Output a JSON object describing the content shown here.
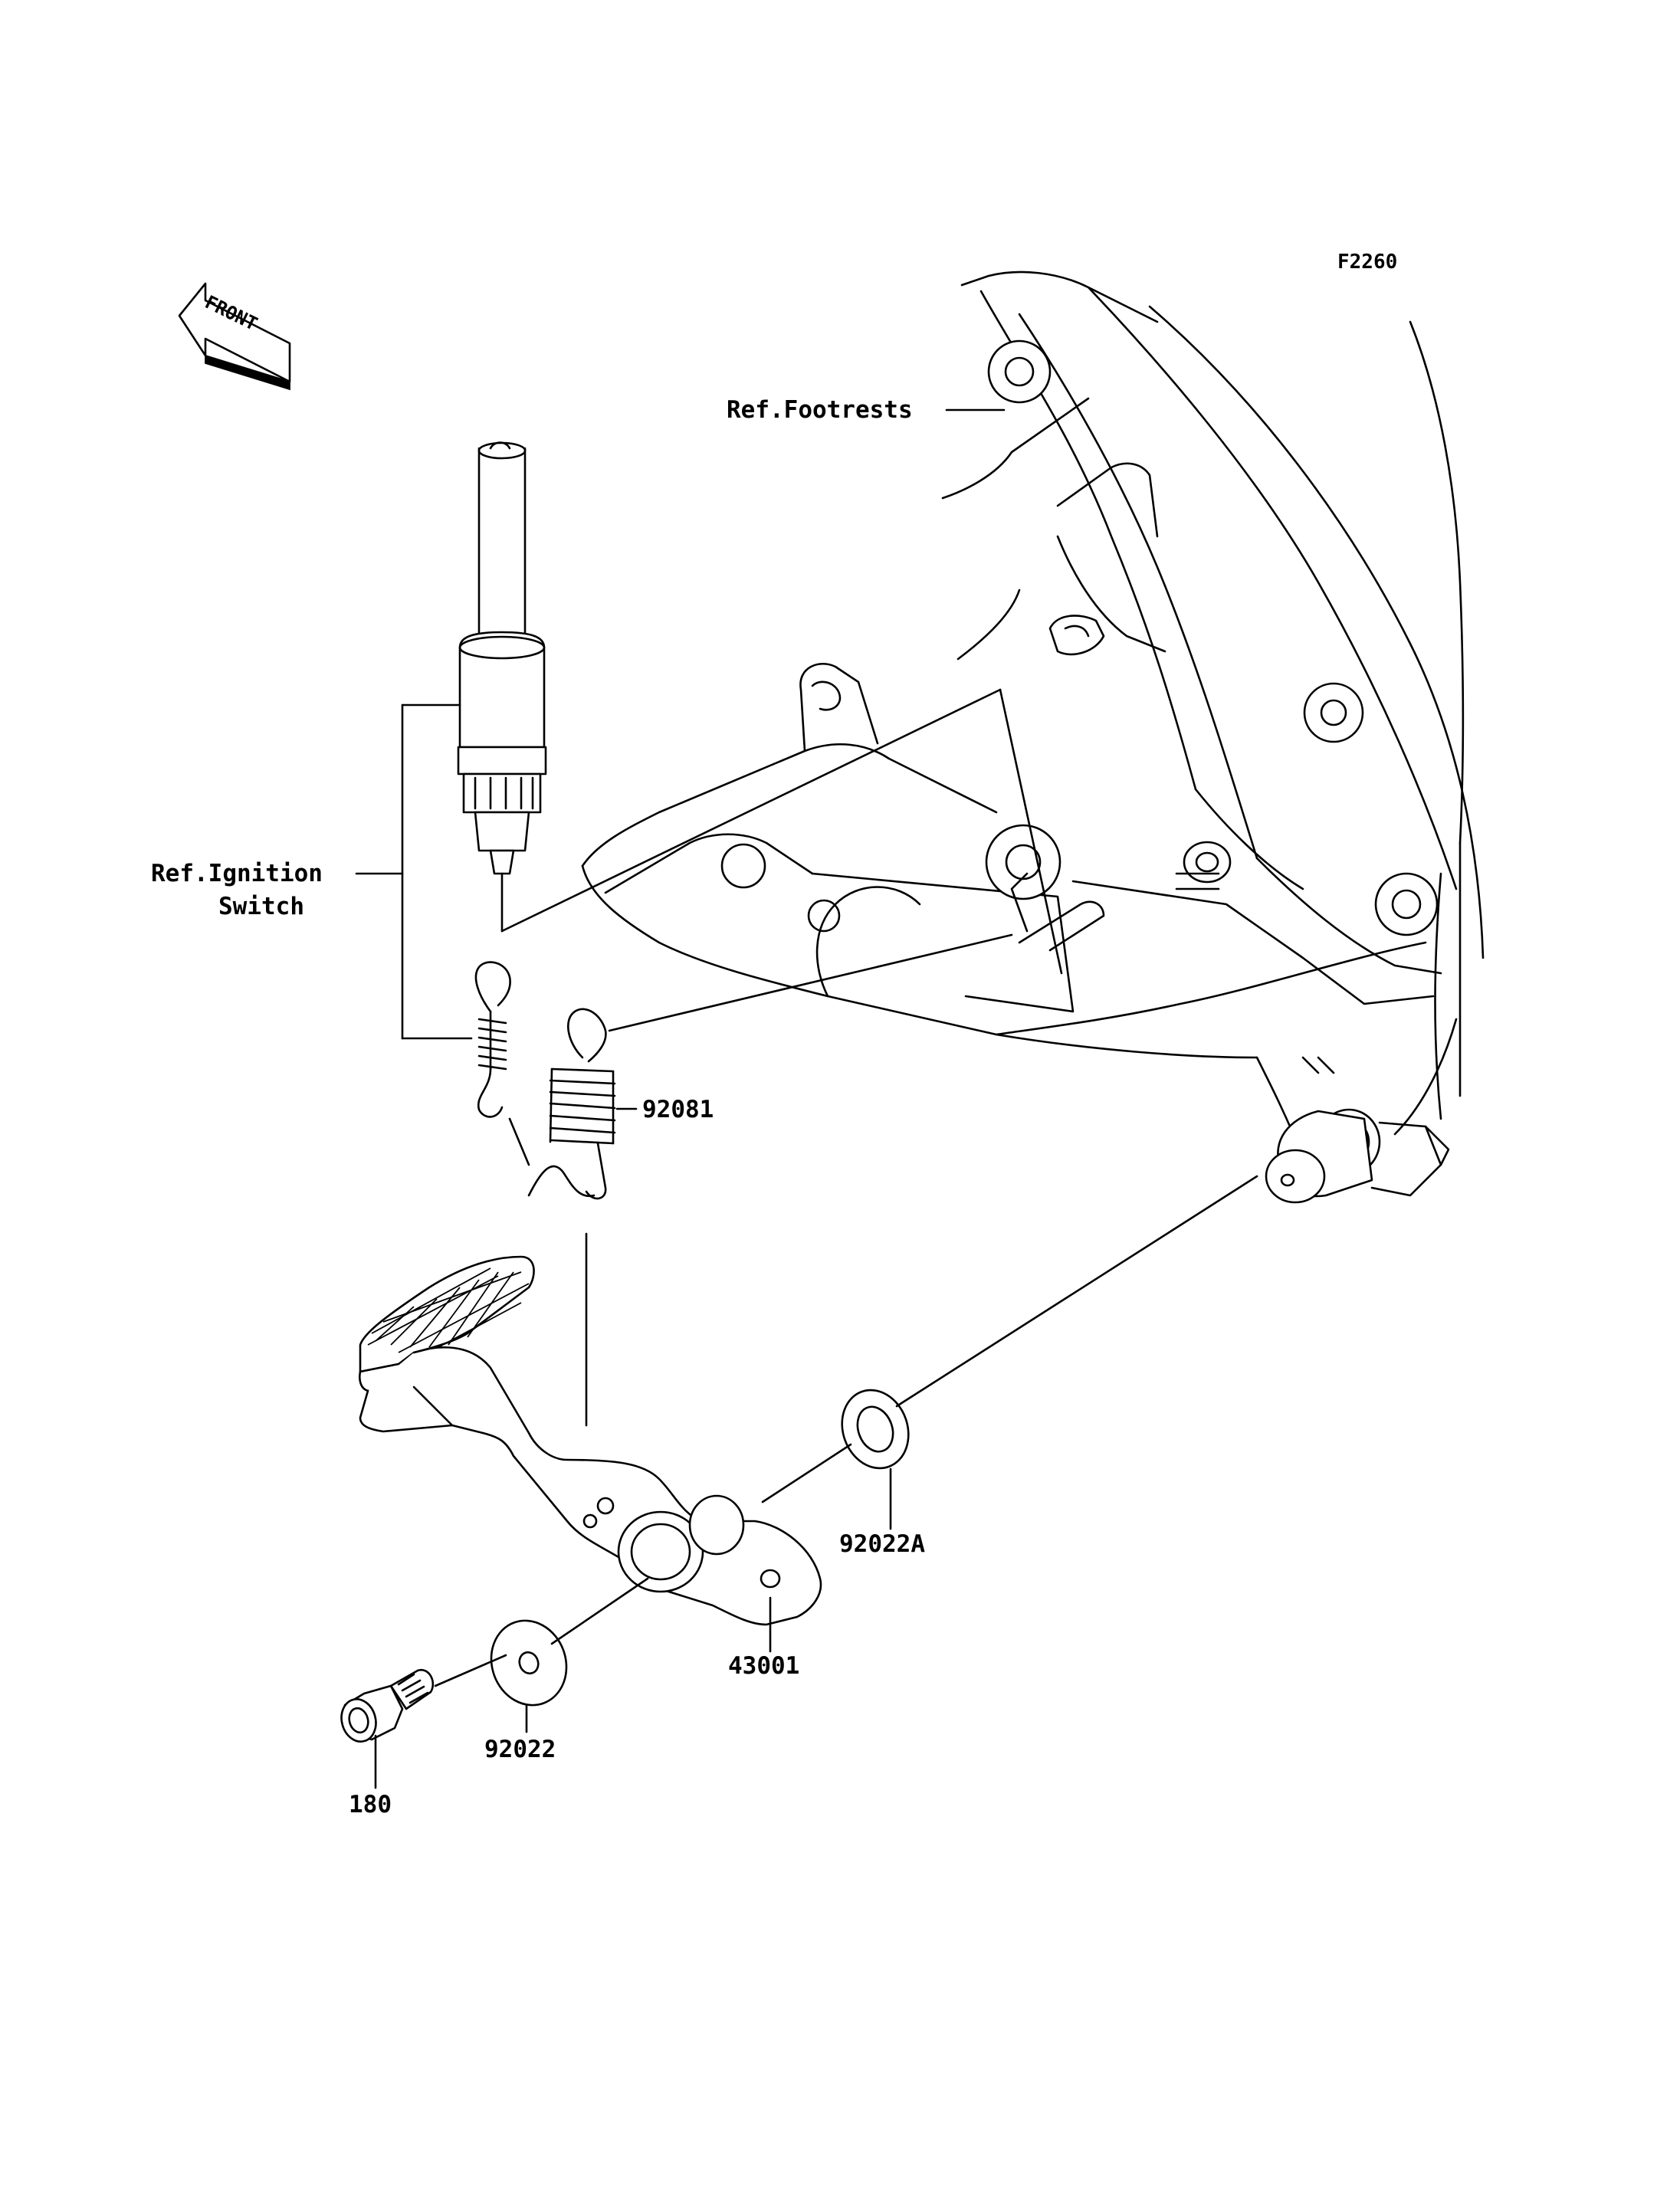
{
  "diagram": {
    "code": "F2260",
    "front_arrow": "FRONT",
    "references": {
      "footrests": "Ref.Footrests",
      "ignition_line1": "Ref.Ignition",
      "ignition_line2": "Switch"
    },
    "parts": {
      "spring": "92081",
      "washer_a": "92022A",
      "pedal": "43001",
      "washer": "92022",
      "bolt": "180"
    }
  }
}
